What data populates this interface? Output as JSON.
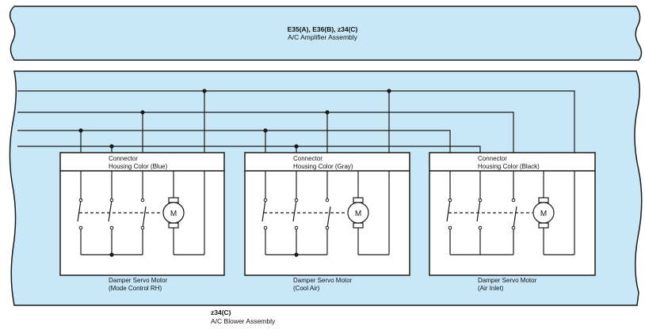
{
  "amplifier": {
    "code": "E35(A), E36(B), z34(C)",
    "name": "A/C Amplifier Assembly"
  },
  "blower": {
    "code": "z34(C)",
    "name": "A/C Blower Assembly"
  },
  "colors": {
    "panel_fill": "#c8e8f8",
    "line": "#1a1a1a"
  },
  "motors": [
    {
      "connector_line1": "Connector",
      "connector_line2": "Housing Color (Blue)",
      "motor_label": "M",
      "name_line1": "Damper Servo Motor",
      "name_line2": "(Mode Control RH)"
    },
    {
      "connector_line1": "Connector",
      "connector_line2": "Housing Color (Gray)",
      "motor_label": "M",
      "name_line1": "Damper Servo Motor",
      "name_line2": "(Cool Air)"
    },
    {
      "connector_line1": "Connector",
      "connector_line2": "Housing Color (Black)",
      "motor_label": "M",
      "name_line1": "Damper Servo Motor",
      "name_line2": "(Air Inlet)"
    }
  ]
}
